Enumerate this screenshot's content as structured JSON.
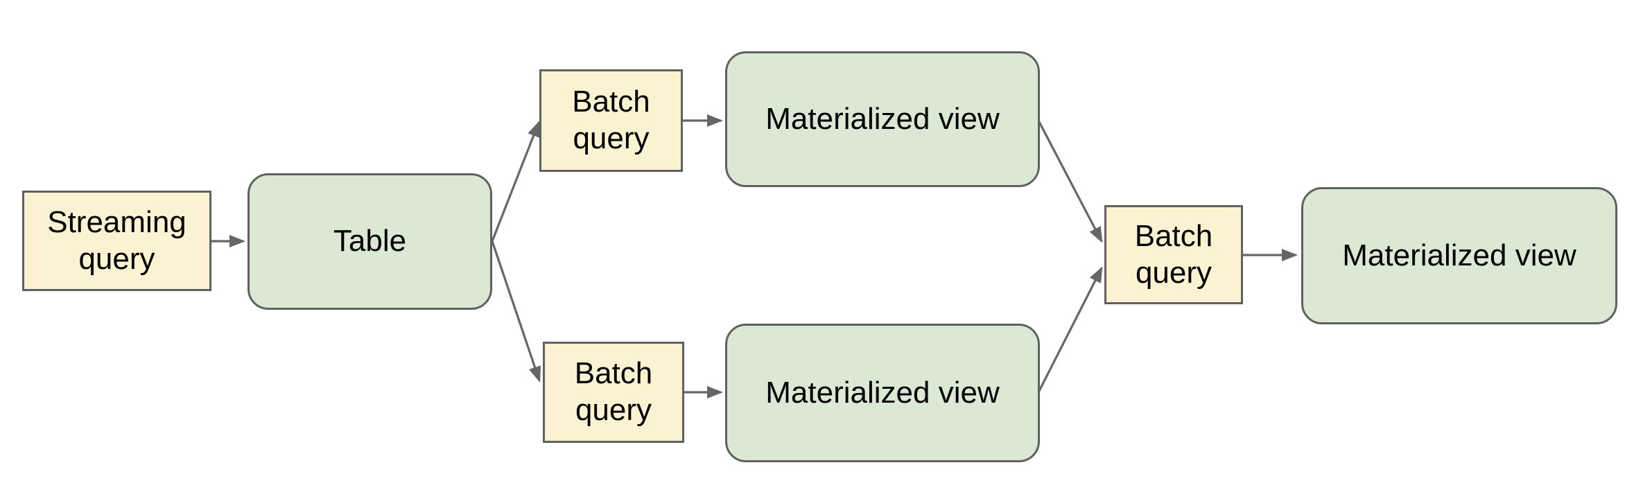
{
  "diagram": {
    "colors": {
      "query_fill": "#FBF2D1",
      "store_fill": "#DAE8D4",
      "border": "#606060",
      "arrow": "#666666",
      "text": "#000000",
      "background": "#FFFFFF"
    },
    "nodes": [
      {
        "id": "streaming-query",
        "label": "Streaming query",
        "kind": "query"
      },
      {
        "id": "table",
        "label": "Table",
        "kind": "store"
      },
      {
        "id": "batch-query-top",
        "label": "Batch query",
        "kind": "query"
      },
      {
        "id": "materialized-view-top",
        "label": "Materialized view",
        "kind": "store"
      },
      {
        "id": "batch-query-bottom",
        "label": "Batch query",
        "kind": "query"
      },
      {
        "id": "materialized-view-bottom",
        "label": "Materialized view",
        "kind": "store"
      },
      {
        "id": "batch-query-right",
        "label": "Batch query",
        "kind": "query"
      },
      {
        "id": "materialized-view-final",
        "label": "Materialized view",
        "kind": "store"
      }
    ],
    "edges": [
      {
        "from": "streaming-query",
        "to": "table"
      },
      {
        "from": "table",
        "to": "batch-query-top"
      },
      {
        "from": "batch-query-top",
        "to": "materialized-view-top"
      },
      {
        "from": "table",
        "to": "batch-query-bottom"
      },
      {
        "from": "batch-query-bottom",
        "to": "materialized-view-bottom"
      },
      {
        "from": "materialized-view-top",
        "to": "batch-query-right"
      },
      {
        "from": "materialized-view-bottom",
        "to": "batch-query-right"
      },
      {
        "from": "batch-query-right",
        "to": "materialized-view-final"
      }
    ]
  }
}
